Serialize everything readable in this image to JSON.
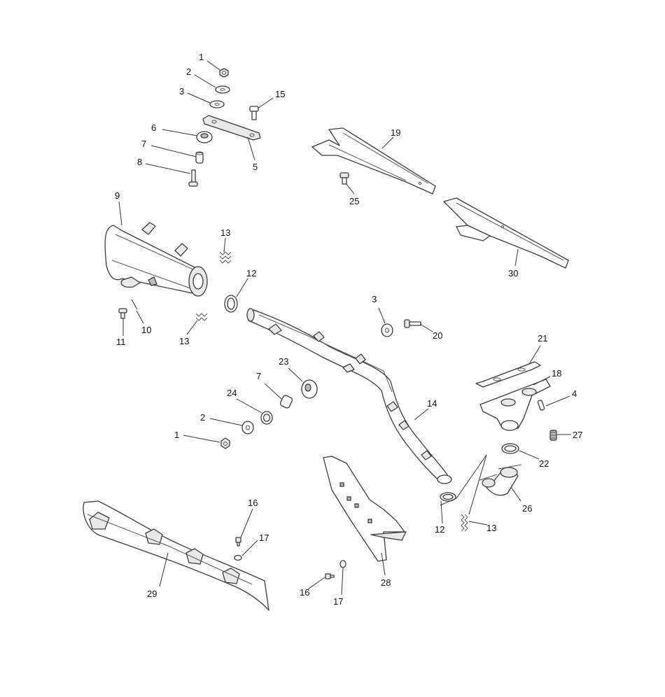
{
  "callouts": {
    "c1a": "1",
    "c2a": "2",
    "c3a": "3",
    "c15": "15",
    "c6": "6",
    "c7a": "7",
    "c8": "8",
    "c5": "5",
    "c19": "19",
    "c25": "25",
    "c30": "30",
    "c9": "9",
    "c13a": "13",
    "c12a": "12",
    "c10": "10",
    "c11": "11",
    "c13b": "13",
    "c3b": "3",
    "c20": "20",
    "c21": "21",
    "c18": "18",
    "c4": "4",
    "c23": "23",
    "c7b": "7",
    "c24": "24",
    "c2b": "2",
    "c1b": "1",
    "c14": "14",
    "c27": "27",
    "c22": "22",
    "c26": "26",
    "c12b": "12",
    "c13c": "13",
    "c16a": "16",
    "c17a": "17",
    "c29": "29",
    "c28": "28",
    "c16b": "16",
    "c17b": "17"
  }
}
